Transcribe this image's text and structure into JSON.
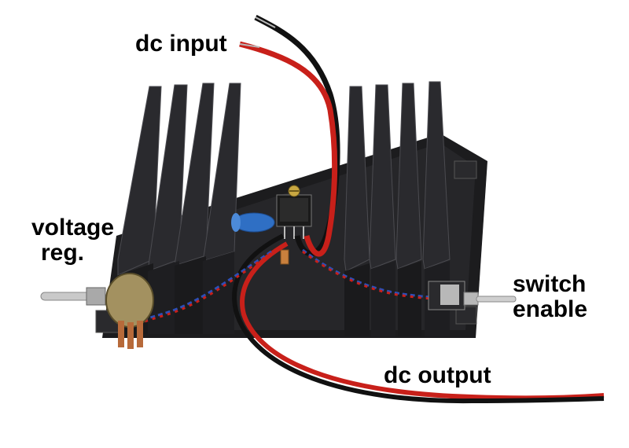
{
  "labels": {
    "dc_input": "dc input",
    "voltage": "voltage",
    "reg": "reg.",
    "switch": "switch",
    "enable": "enable",
    "dc_output": "dc output"
  },
  "colors": {
    "heatsink": "#1f1f21",
    "heatsink_edge": "#4a4a4e",
    "wire_red": "#c8201a",
    "wire_black": "#111111",
    "wire_blue": "#2c4fb8",
    "capacitor_blue": "#2f6fc4",
    "metal": "#b8b8b8"
  }
}
